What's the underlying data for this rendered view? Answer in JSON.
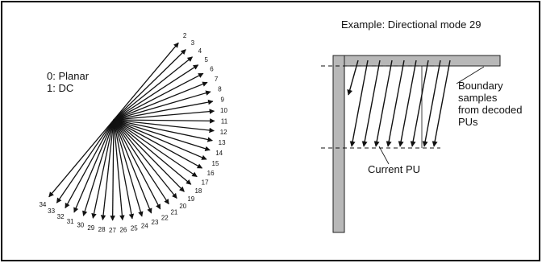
{
  "legend": {
    "planar": "0: Planar",
    "dc": "1: DC"
  },
  "modes": [
    2,
    3,
    4,
    5,
    6,
    7,
    8,
    9,
    10,
    11,
    12,
    13,
    14,
    15,
    16,
    17,
    18,
    19,
    20,
    21,
    22,
    23,
    24,
    25,
    26,
    27,
    28,
    29,
    30,
    31,
    32,
    33,
    34
  ],
  "example": {
    "title": "Example: Directional mode 29",
    "boundary_label": [
      "Boundary",
      "samples",
      "from decoded",
      "PUs"
    ],
    "current_pu_label": "Current PU"
  },
  "colors": {
    "line": "#111111",
    "boundary_fill": "#b8b8b8",
    "border": "#000000"
  }
}
